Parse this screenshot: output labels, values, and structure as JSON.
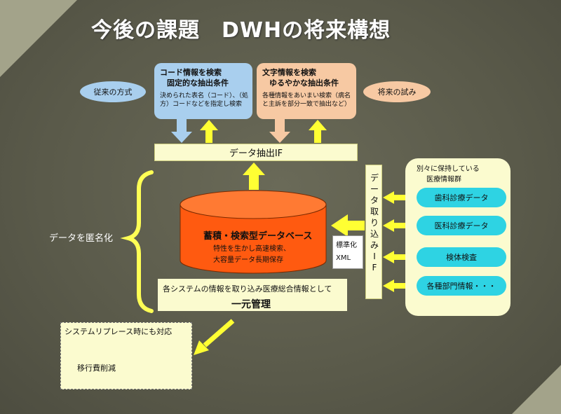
{
  "title": "今後の課題　DWHの将来構想",
  "left_ellipse": "従来の方式",
  "right_ellipse": "将来の試み",
  "code_search": {
    "heading": "コード情報を検索",
    "subheading": "固定的な抽出条件",
    "body": "決められた表名（コード）、（処方）コードなどを指定し検索"
  },
  "text_search": {
    "heading": "文字情報を検索",
    "subheading": "ゆるやかな抽出条件",
    "body": "各種情報をあいまい検索（病名と主訴を部分一致で抽出など）"
  },
  "extract_if": "データ抽出IF",
  "intake_if_chars": [
    "デ",
    "ー",
    "タ",
    "取",
    "り",
    "込",
    "み",
    "I",
    "F"
  ],
  "standardize": {
    "line1": "標準化",
    "line2": "XML"
  },
  "database": {
    "name": "蓄積・検索型データベース",
    "line1": "特性を生かし高速検索、",
    "line2": "大容量データ長期保存"
  },
  "anonymize": "データを匿名化",
  "sources": {
    "label_line1": "別々に保持している",
    "label_line2": "医療情報群",
    "items": [
      "歯科診療データ",
      "医科診療データ",
      "検体検査",
      "各種部門情報・・・"
    ]
  },
  "unify": {
    "line1": "各システムの情報を取り込み医療総合情報として",
    "line2": "一元管理"
  },
  "replace": {
    "line1": "システムリプレース時にも対応",
    "line2": "移行費削減"
  }
}
